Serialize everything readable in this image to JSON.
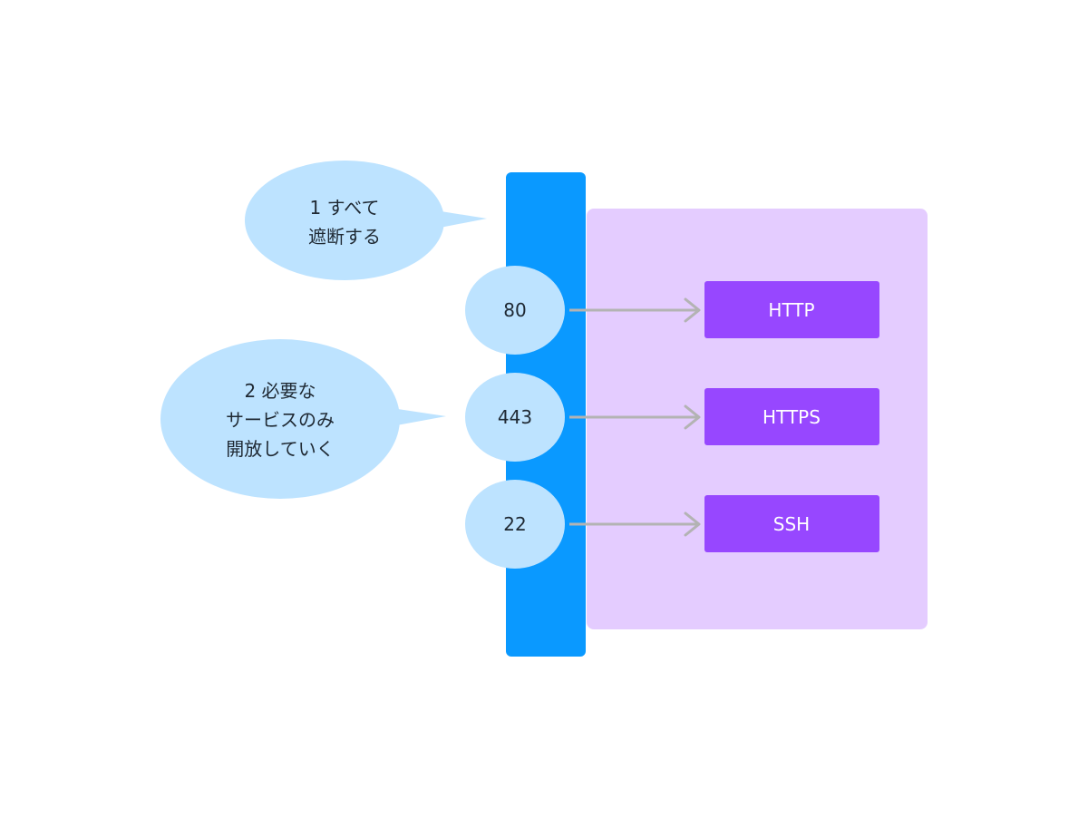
{
  "callouts": {
    "block_all": {
      "step": "1",
      "lines": [
        "すべて",
        "遮断する"
      ]
    },
    "open_needed": {
      "step": "2",
      "lines": [
        "必要な",
        "サービスのみ",
        "開放していく"
      ]
    }
  },
  "ports": [
    {
      "number": "80",
      "service": "HTTP"
    },
    {
      "number": "443",
      "service": "HTTPS"
    },
    {
      "number": "22",
      "service": "SSH"
    }
  ],
  "colors": {
    "firewall": "#0a99ff",
    "network_zone": "#e4ccff",
    "service_box": "#9747ff",
    "bubble": "#bde3ff",
    "arrow": "#b3b3b3",
    "text": "#1f2933"
  }
}
